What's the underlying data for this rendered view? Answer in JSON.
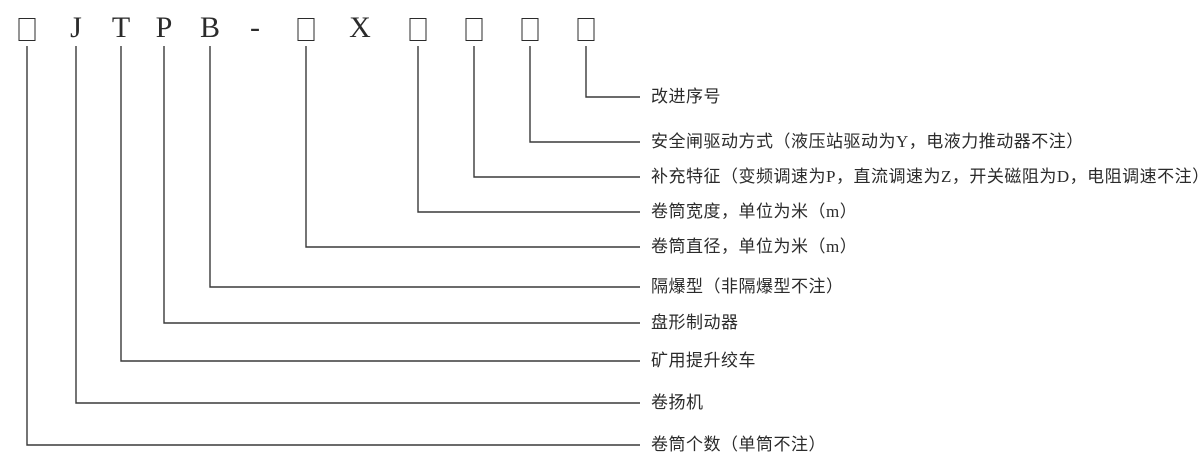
{
  "diagram": {
    "kind": "model-designation-explanation",
    "colors": {
      "line": "#3a3a3a",
      "text": "#2b2b2b",
      "background": "#ffffff"
    },
    "code": {
      "symbols": [
        {
          "glyph": "□",
          "kind": "box"
        },
        {
          "glyph": "J",
          "kind": "letter"
        },
        {
          "glyph": "T",
          "kind": "letter"
        },
        {
          "glyph": "P",
          "kind": "letter"
        },
        {
          "glyph": "B",
          "kind": "letter"
        },
        {
          "glyph": "-",
          "kind": "separator"
        },
        {
          "glyph": "□",
          "kind": "box"
        },
        {
          "glyph": "X",
          "kind": "letter"
        },
        {
          "glyph": "□",
          "kind": "box"
        },
        {
          "glyph": "□",
          "kind": "box"
        },
        {
          "glyph": "□",
          "kind": "box"
        },
        {
          "glyph": "□",
          "kind": "box"
        }
      ]
    },
    "legend": {
      "items": [
        {
          "label": "改进序号",
          "symbol_index": 11
        },
        {
          "label": "安全闸驱动方式（液压站驱动为Y，电液力推动器不注）",
          "symbol_index": 10
        },
        {
          "label": "补充特征（变频调速为P，直流调速为Z，开关磁阻为D，电阻调速不注）",
          "symbol_index": 9
        },
        {
          "label": "卷筒宽度，单位为米（m）",
          "symbol_index": 8
        },
        {
          "label": "卷筒直径，单位为米（m）",
          "symbol_index": 6
        },
        {
          "label": "隔爆型（非隔爆型不注）",
          "symbol_index": 4
        },
        {
          "label": "盘形制动器",
          "symbol_index": 3
        },
        {
          "label": "矿用提升绞车",
          "symbol_index": 2
        },
        {
          "label": "卷扬机",
          "symbol_index": 1
        },
        {
          "label": "卷筒个数（单筒不注）",
          "symbol_index": 0
        }
      ]
    }
  }
}
